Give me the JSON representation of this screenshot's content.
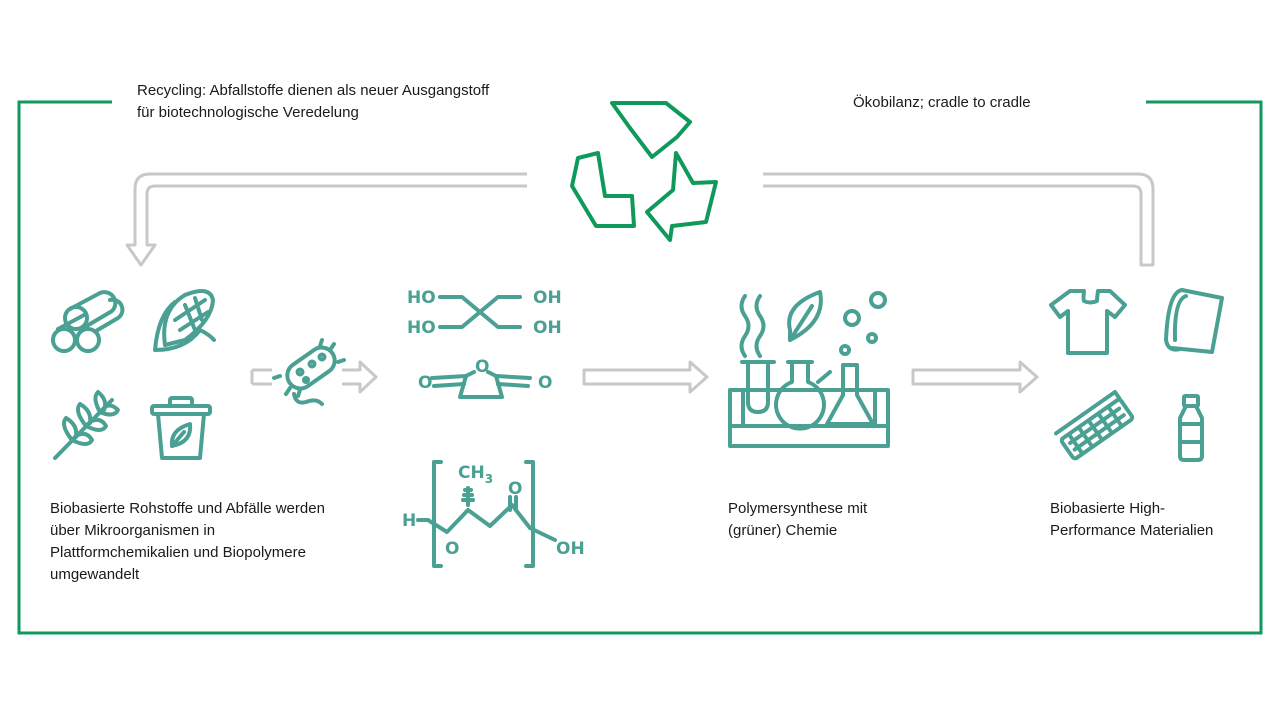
{
  "labels": {
    "recycling": "Recycling: Abfallstoffe dienen als neuer Ausgangstoff\nfür biotechnologische Veredelung",
    "lifecycle": "Ökobilanz; cradle to cradle",
    "raw_materials": "Biobasierte Rohstoffe und Abfälle werden\nüber Mikroorganismen in\nPlattformchemikalien und Biopolymere\numgewandelt",
    "synthesis": "Polymersynthese mit\n(grüner) Chemie",
    "materials": "Biobasierte High-\nPerformance Materialien"
  },
  "chemistry": {
    "ho_top": "HO",
    "ho_bottom": "HO",
    "oh_top": "OH",
    "oh_bottom": "OH",
    "anhydride_ring_o": "O",
    "anhydride_left_o": "O",
    "anhydride_right_o": "O",
    "polymer_methyl": "CH",
    "polymer_methyl_sub": "3",
    "polymer_carbonyl_o": "O",
    "polymer_h": "H",
    "polymer_ester_o": "O",
    "polymer_oh": "OH"
  },
  "colors": {
    "frame": "#0f9a5c",
    "icons": "#4aa093",
    "arrows": "#c8c8c8"
  },
  "icons": [
    "logs-icon",
    "corn-icon",
    "wheat-icon",
    "trash-bin-leaf-icon",
    "bacterium-icon",
    "recycle-icon",
    "lab-glassware-icon",
    "t-shirt-icon",
    "fabric-roll-icon",
    "sponge-icon",
    "bottle-icon"
  ]
}
